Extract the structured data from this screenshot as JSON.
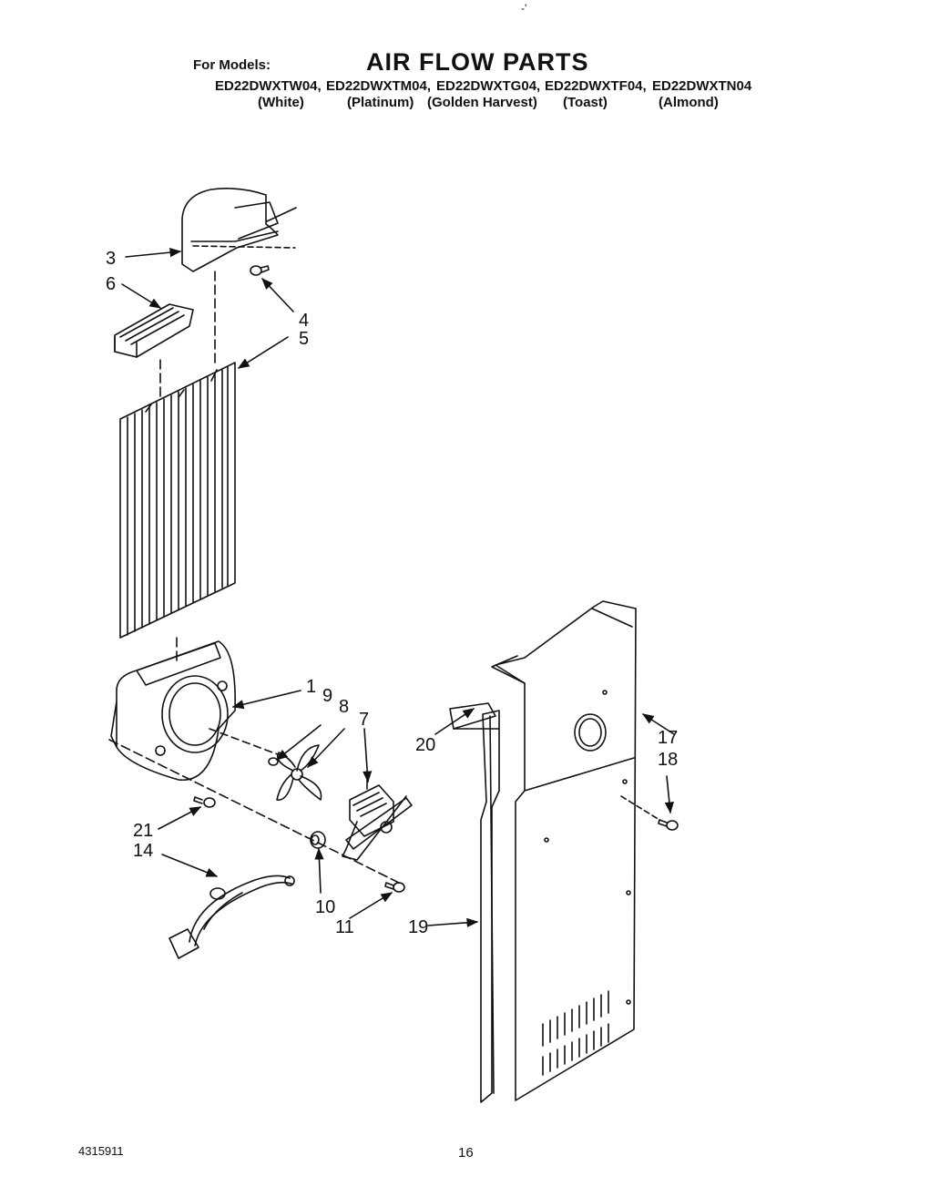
{
  "header": {
    "for_models_label": "For Models:",
    "title": "AIR FLOW PARTS",
    "models": [
      {
        "code": "ED22DWXTW04,",
        "color": "(White)"
      },
      {
        "code": "ED22DWXTM04,",
        "color": "(Platinum)"
      },
      {
        "code": "ED22DWXTG04,",
        "color": "(Golden Harvest)"
      },
      {
        "code": "ED22DWXTF04,",
        "color": "(Toast)"
      },
      {
        "code": "ED22DWXTN04",
        "color": "(Almond)"
      }
    ]
  },
  "footer": {
    "document_number": "4315911",
    "page_number": "16"
  },
  "top_mark": "-'",
  "callouts": {
    "c1": "1",
    "c3": "3",
    "c4": "4",
    "c5": "5",
    "c6": "6",
    "c7": "7",
    "c8": "8",
    "c9": "9",
    "c10": "10",
    "c11": "11",
    "c14": "14",
    "c17": "17",
    "c18": "18",
    "c19": "19",
    "c20": "20",
    "c21": "21"
  }
}
